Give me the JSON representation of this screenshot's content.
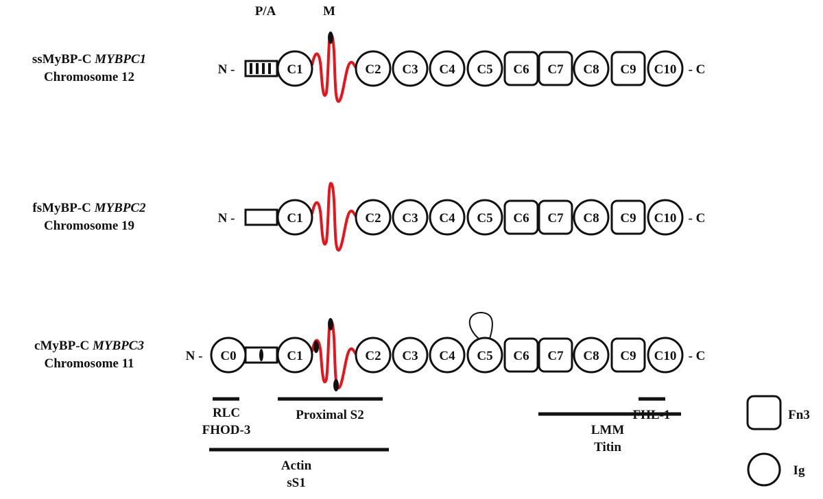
{
  "header": {
    "pa_label": "P/A",
    "m_label": "M"
  },
  "isoforms": [
    {
      "name": "ssMyBP-C",
      "gene": "MYBPC1",
      "chromosome": "Chromosome 12",
      "has_c0": false,
      "pa_style": "hatched",
      "m_phospho": "one",
      "c5_loop": false
    },
    {
      "name": "fsMyBP-C",
      "gene": "MYBPC2",
      "chromosome": "Chromosome 19",
      "has_c0": false,
      "pa_style": "plain",
      "m_phospho": "none",
      "c5_loop": false
    },
    {
      "name": "cMyBP-C",
      "gene": "MYBPC3",
      "chromosome": "Chromosome 11",
      "has_c0": true,
      "pa_style": "split",
      "m_phospho": "three",
      "c5_loop": true
    }
  ],
  "n_term": "N -",
  "c_term": "- C",
  "domains": [
    {
      "label": "C1",
      "type": "Ig"
    },
    {
      "label": "C2",
      "type": "Ig"
    },
    {
      "label": "C3",
      "type": "Ig"
    },
    {
      "label": "C4",
      "type": "Ig"
    },
    {
      "label": "C5",
      "type": "Ig"
    },
    {
      "label": "C6",
      "type": "Fn3"
    },
    {
      "label": "C7",
      "type": "Fn3"
    },
    {
      "label": "C8",
      "type": "Ig"
    },
    {
      "label": "C9",
      "type": "Fn3"
    },
    {
      "label": "C10",
      "type": "Ig"
    }
  ],
  "c0_label": "C0",
  "binding": {
    "rlc": [
      "RLC",
      "FHOD-3"
    ],
    "proximal_s2": "Proximal S2",
    "actin": [
      "Actin",
      "sS1"
    ],
    "fhl1": "FHL-1",
    "lmm": [
      "LMM",
      "Titin"
    ]
  },
  "legend": {
    "fn3": "Fn3",
    "ig": "Ig"
  },
  "colors": {
    "linker": "#e8141b",
    "stroke": "#111111"
  }
}
